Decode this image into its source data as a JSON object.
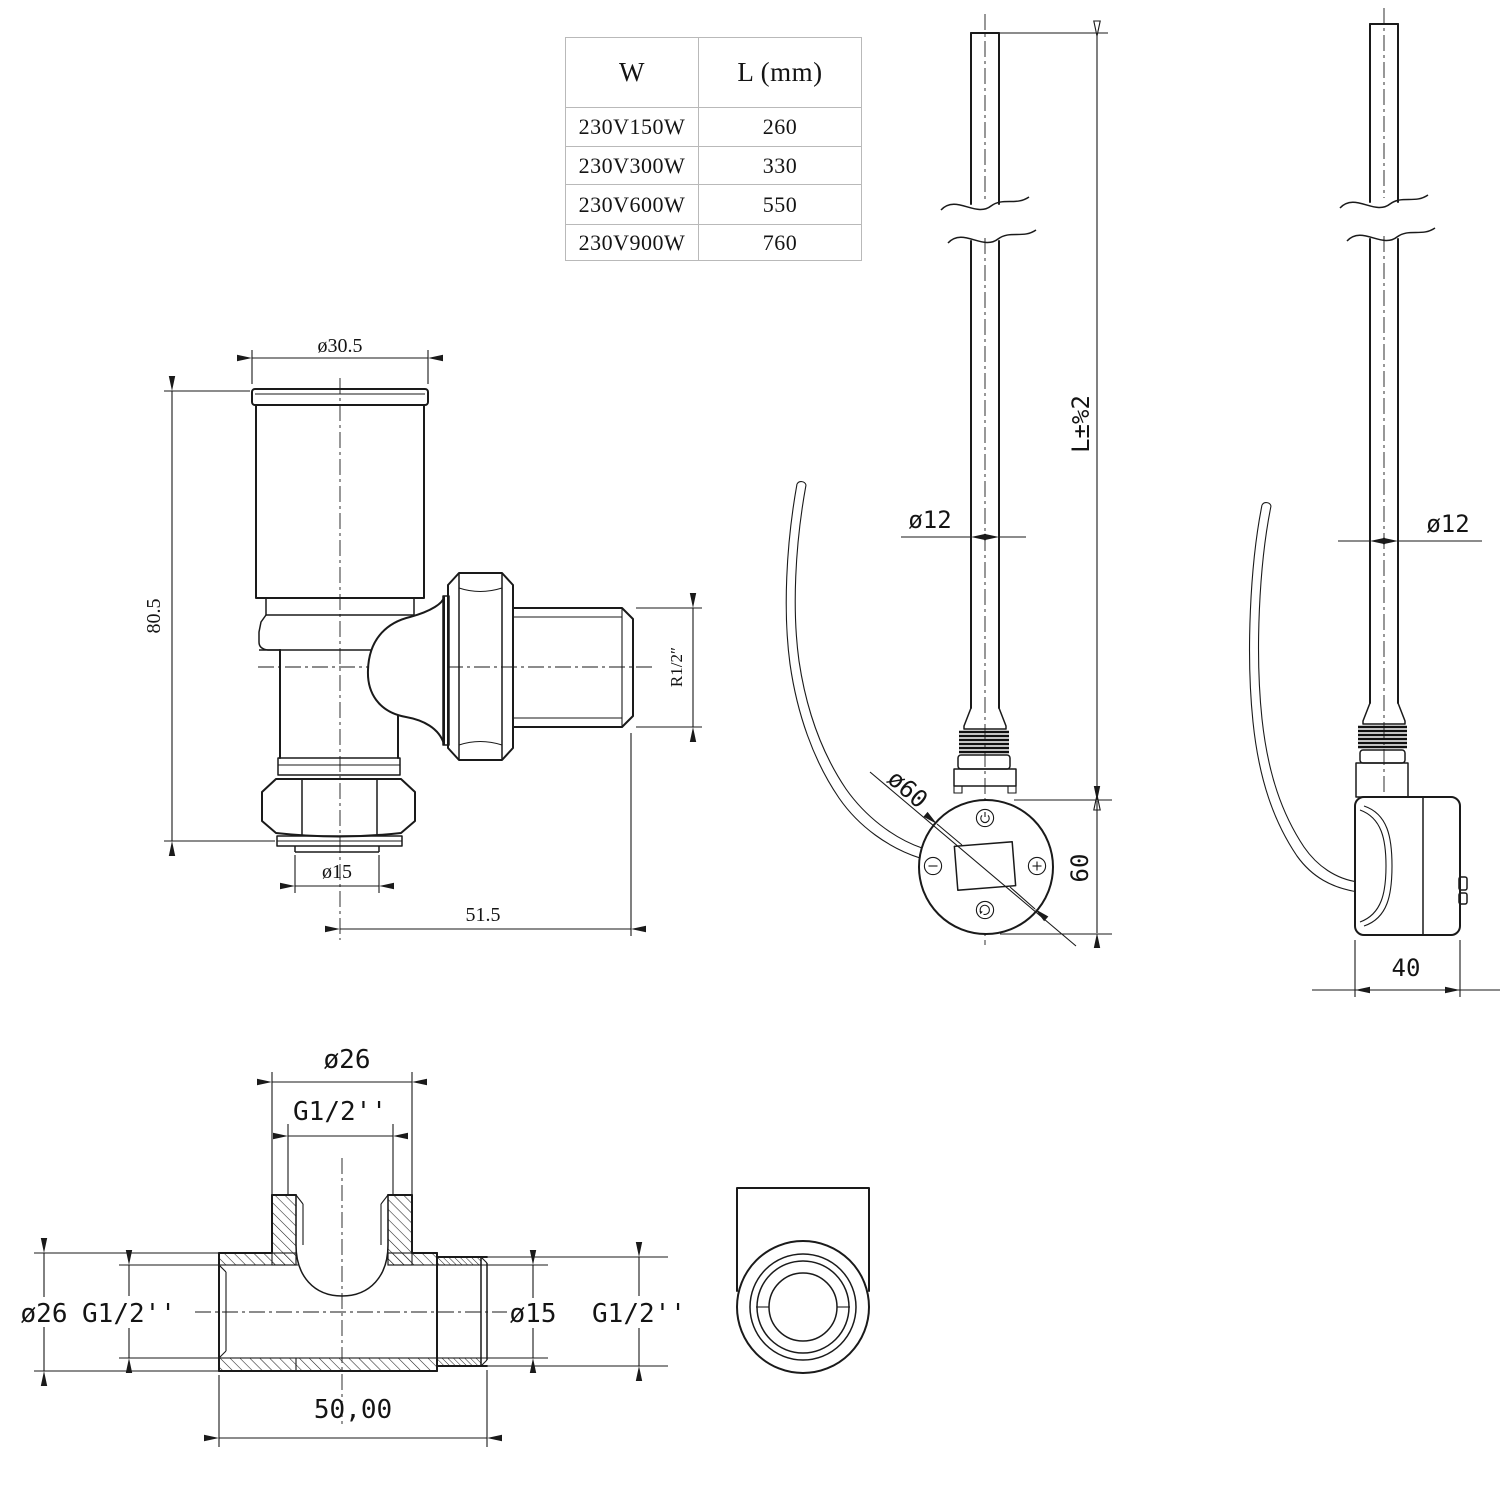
{
  "page": {
    "background": "#ffffff",
    "line_color": "#1a1a1a"
  },
  "spec_table": {
    "headers": [
      "W",
      "L (mm)"
    ],
    "rows": [
      [
        "230V150W",
        "260"
      ],
      [
        "230V300W",
        "330"
      ],
      [
        "230V600W",
        "550"
      ],
      [
        "230V900W",
        "760"
      ]
    ]
  },
  "valve": {
    "labels": {
      "cap_diameter": "ø30.5",
      "body_height": "80.5",
      "outlet_thread": "R1/2″",
      "tail_diameter": "ø15",
      "outlet_length": "51.5"
    }
  },
  "heater_front": {
    "labels": {
      "tube_diameter": "ø12",
      "length_tolerance": "L±%2",
      "head_diameter": "ø60",
      "head_height": "60"
    },
    "icons": [
      "power-icon",
      "minus-icon",
      "plus-icon",
      "timer-icon"
    ]
  },
  "heater_side": {
    "labels": {
      "tube_diameter": "ø12",
      "head_width": "40"
    }
  },
  "tee": {
    "labels": {
      "branch_outer_diameter": "ø26",
      "branch_thread": "G1/2''",
      "run_outer_diameter": "ø26",
      "run_thread": "G1/2''",
      "tail_diameter": "ø15",
      "tail_thread": "G1/2''",
      "body_length": "50,00"
    }
  }
}
